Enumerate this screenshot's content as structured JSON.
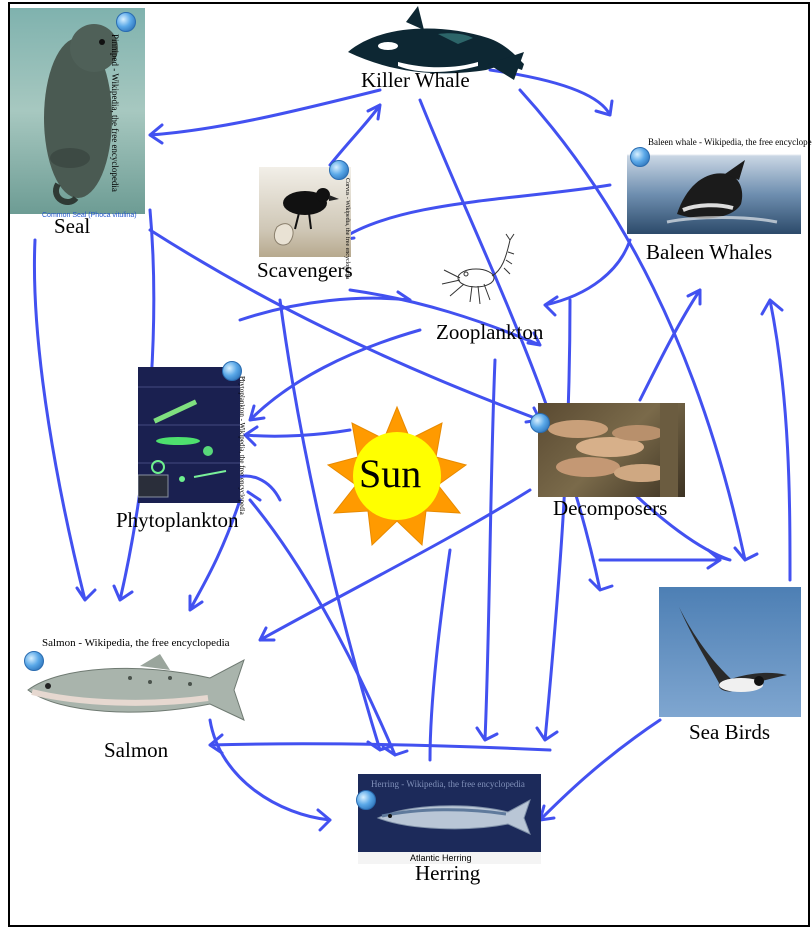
{
  "title": "Food Web",
  "nodes": {
    "killer_whale": {
      "label": "Killer Whale"
    },
    "seal": {
      "label": "Seal",
      "image_caption": "Pinniped - Wikipedia, the free encyclopedia",
      "bottom_caption": "Common Seal (Phoca vitulina)"
    },
    "baleen_whales": {
      "label": "Baleen Whales",
      "image_caption": "Baleen whale - Wikipedia, the free encyclopedia"
    },
    "scavengers": {
      "label": "Scavengers",
      "image_caption": "Corvus - Wikipedia, the free encyclopedia"
    },
    "zooplankton": {
      "label": "Zooplankton"
    },
    "phytoplankton": {
      "label": "Phytoplankton",
      "image_caption": "Phytoplankton - Wikipedia, the free encyclopedia"
    },
    "sun": {
      "label": "Sun"
    },
    "decomposers": {
      "label": "Decomposers"
    },
    "salmon": {
      "label": "Salmon",
      "image_caption": "Salmon - Wikipedia, the free encyclopedia"
    },
    "sea_birds": {
      "label": "Sea Birds"
    },
    "herring": {
      "label": "Herring",
      "image_caption": "Herring - Wikipedia, the free encyclopedia",
      "bottom_caption": "Atlantic Herring"
    }
  },
  "colors": {
    "arrow": "#2233ee",
    "sun_inner": "#ffff00",
    "sun_outer": "#ff9900"
  }
}
